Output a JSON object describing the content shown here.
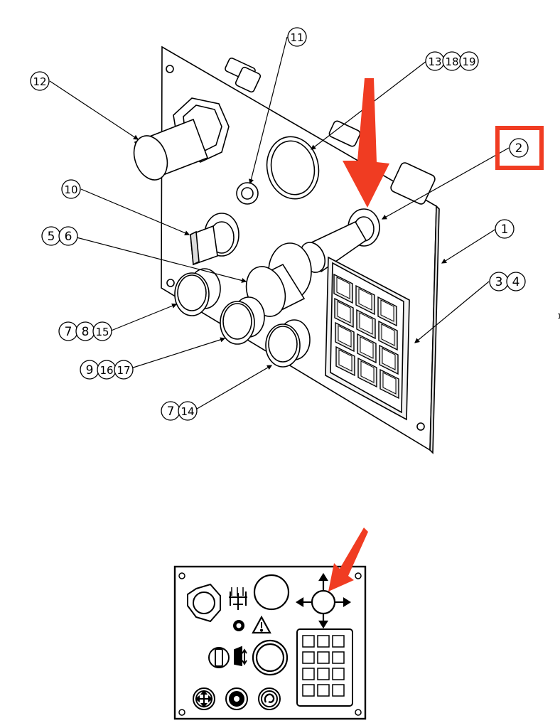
{
  "callouts": [
    {
      "id": "c12",
      "parts": [
        "12"
      ]
    },
    {
      "id": "c11",
      "parts": [
        "11"
      ]
    },
    {
      "id": "c131819",
      "parts": [
        "13",
        "18",
        "19"
      ]
    },
    {
      "id": "c2",
      "parts": [
        "2"
      ],
      "highlighted": true
    },
    {
      "id": "c10",
      "parts": [
        "10"
      ]
    },
    {
      "id": "c56",
      "parts": [
        "5",
        "6"
      ]
    },
    {
      "id": "c1",
      "parts": [
        "1"
      ]
    },
    {
      "id": "c34",
      "parts": [
        "3",
        "4"
      ]
    },
    {
      "id": "c7815",
      "parts": [
        "7",
        "8",
        "15"
      ]
    },
    {
      "id": "c91617",
      "parts": [
        "9",
        "16",
        "17"
      ]
    },
    {
      "id": "c714",
      "parts": [
        "7",
        "14"
      ]
    }
  ],
  "stray_mark": "1",
  "colors": {
    "line": "#000000",
    "highlight": "#f03c22",
    "arrow": "#f03c22",
    "fill": "#ffffff",
    "panel_shade": "#f4f4f4",
    "key_shade": "#e6e6e6"
  },
  "front_panel_icons": [
    "power-button-icon",
    "valve-symbol-icon",
    "indicator-lamp-icon",
    "warning-triangle-icon",
    "joystick-arrows-icon",
    "keypad-icon",
    "key-switch-icon",
    "door-symbol-icon",
    "move-arrows-icon",
    "light-burst-icon",
    "spiral-icon"
  ]
}
